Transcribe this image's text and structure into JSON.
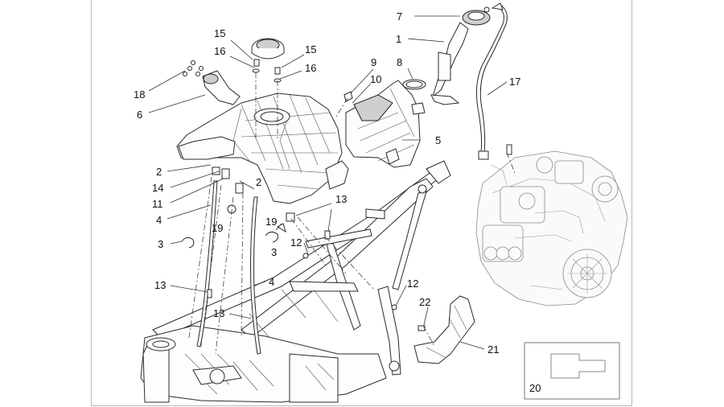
{
  "callouts": [
    {
      "id": "c7",
      "text": "7"
    },
    {
      "id": "c1",
      "text": "1"
    },
    {
      "id": "c8",
      "text": "8"
    },
    {
      "id": "c17",
      "text": "17"
    },
    {
      "id": "c15a",
      "text": "15"
    },
    {
      "id": "c15b",
      "text": "15"
    },
    {
      "id": "c16a",
      "text": "16"
    },
    {
      "id": "c16b",
      "text": "16"
    },
    {
      "id": "c9",
      "text": "9"
    },
    {
      "id": "c10",
      "text": "10"
    },
    {
      "id": "c18",
      "text": "18"
    },
    {
      "id": "c6",
      "text": "6"
    },
    {
      "id": "c5",
      "text": "5"
    },
    {
      "id": "c2a",
      "text": "2"
    },
    {
      "id": "c14",
      "text": "14"
    },
    {
      "id": "c2b",
      "text": "2"
    },
    {
      "id": "c11",
      "text": "11"
    },
    {
      "id": "c13a",
      "text": "13"
    },
    {
      "id": "c4a",
      "text": "4"
    },
    {
      "id": "c19a",
      "text": "19"
    },
    {
      "id": "c19b",
      "text": "19"
    },
    {
      "id": "c3a",
      "text": "3"
    },
    {
      "id": "c12a",
      "text": "12"
    },
    {
      "id": "c3b",
      "text": "3"
    },
    {
      "id": "c13b",
      "text": "13"
    },
    {
      "id": "c4b",
      "text": "4"
    },
    {
      "id": "c12b",
      "text": "12"
    },
    {
      "id": "c22",
      "text": "22"
    },
    {
      "id": "c13c",
      "text": "13"
    },
    {
      "id": "c21",
      "text": "21"
    },
    {
      "id": "c20",
      "text": "20"
    }
  ],
  "components": {
    "fuel_tank": "fuel-tank",
    "filler_cap": "filler-cap",
    "filler_neck": "filler-neck",
    "canister": "fuel-canister",
    "breather_hose": "breather-hose",
    "frame": "motorcycle-frame",
    "engine": "engine-assembly",
    "bracket": "rear-bracket",
    "sticker": "decal-sticker"
  }
}
